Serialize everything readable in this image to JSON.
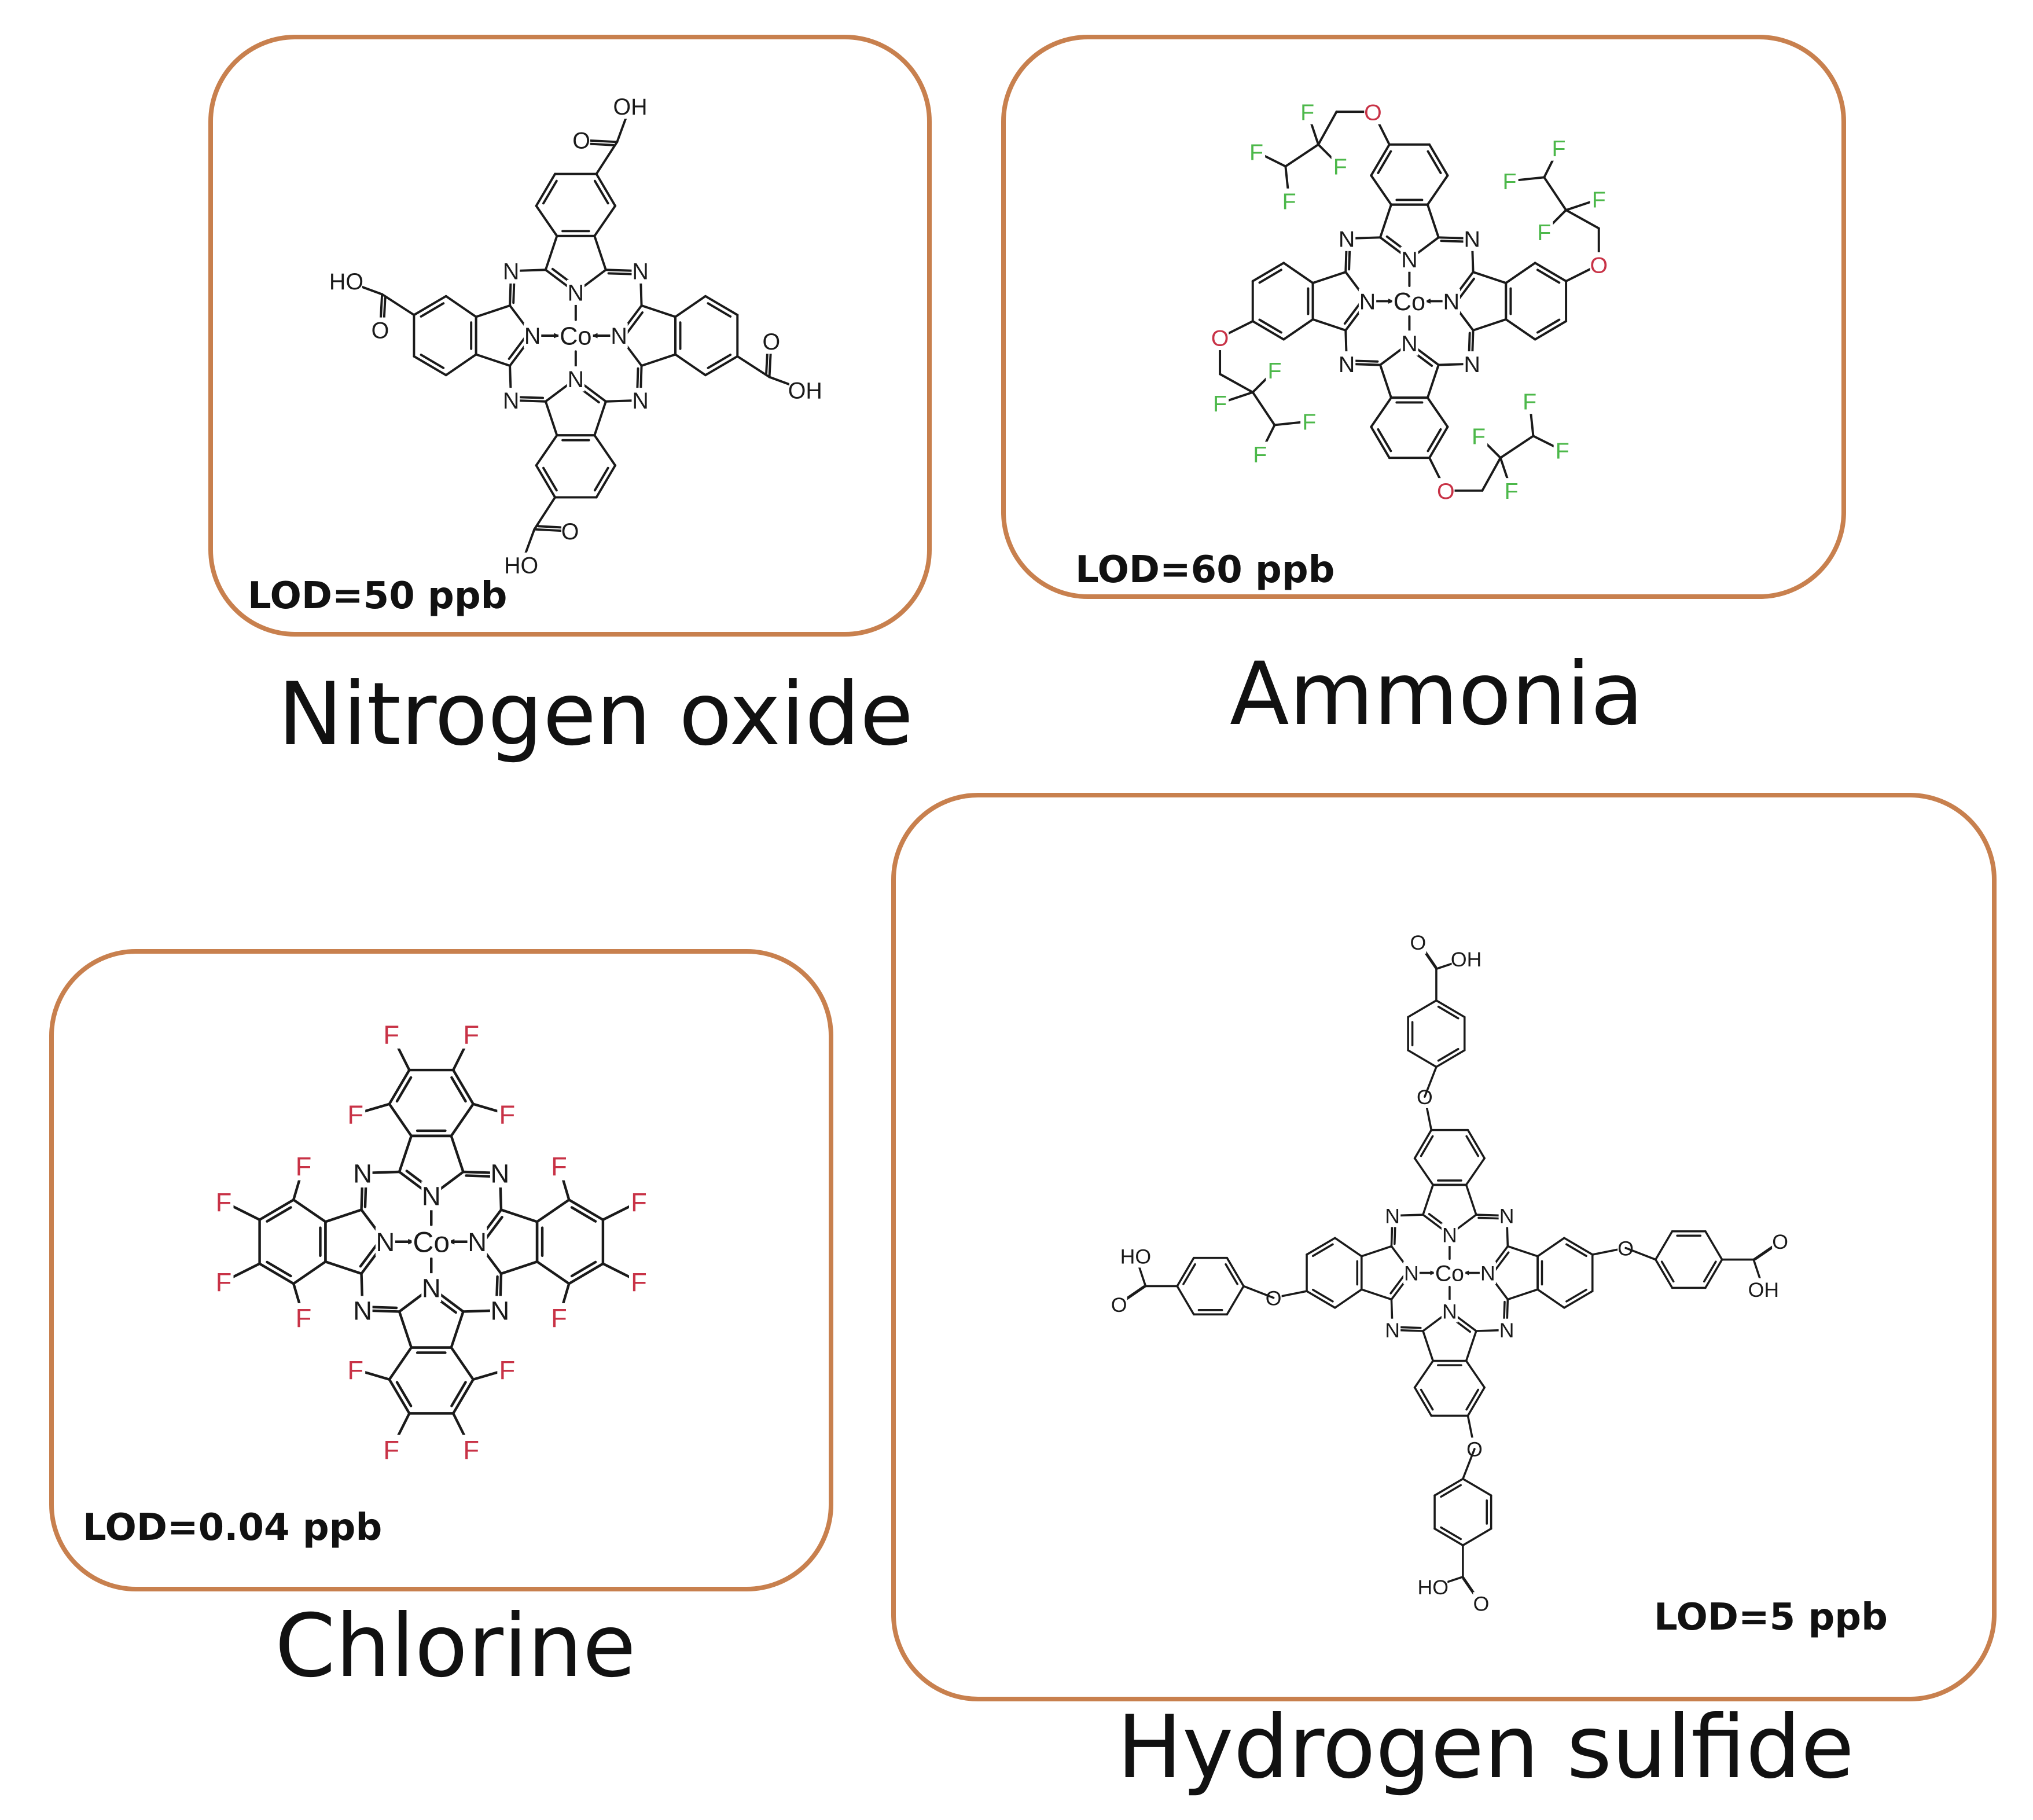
{
  "colors": {
    "frame": "#C8804E",
    "bond": "#1a1a1a",
    "fluorine_green": "#4CB84A",
    "fluorine_red": "#C83246",
    "oxygen_red": "#C83246"
  },
  "panels": [
    {
      "id": "no",
      "lod": "LOD=50 ppb",
      "caption": "Nitrogen oxide",
      "substituent": "COOH",
      "color_scheme": "black"
    },
    {
      "id": "nh3",
      "lod": "LOD=60 ppb",
      "caption": "Ammonia",
      "substituent": "OCH2CF2CHF2",
      "color_scheme": "green-F-red-O"
    },
    {
      "id": "cl2",
      "lod": "LOD=0.04 ppb",
      "caption": "Chlorine",
      "substituent": "F16",
      "color_scheme": "red-F"
    },
    {
      "id": "h2s",
      "lod": "LOD=5 ppb",
      "caption": "Hydrogen sulfide",
      "substituent": "O-C6H4-COOH",
      "color_scheme": "black"
    }
  ],
  "atoms": {
    "metal": "Co",
    "nitrogen": "N",
    "oxygen": "O",
    "fluorine": "F",
    "acid_oh": "OH",
    "acid_ho": "HO"
  }
}
